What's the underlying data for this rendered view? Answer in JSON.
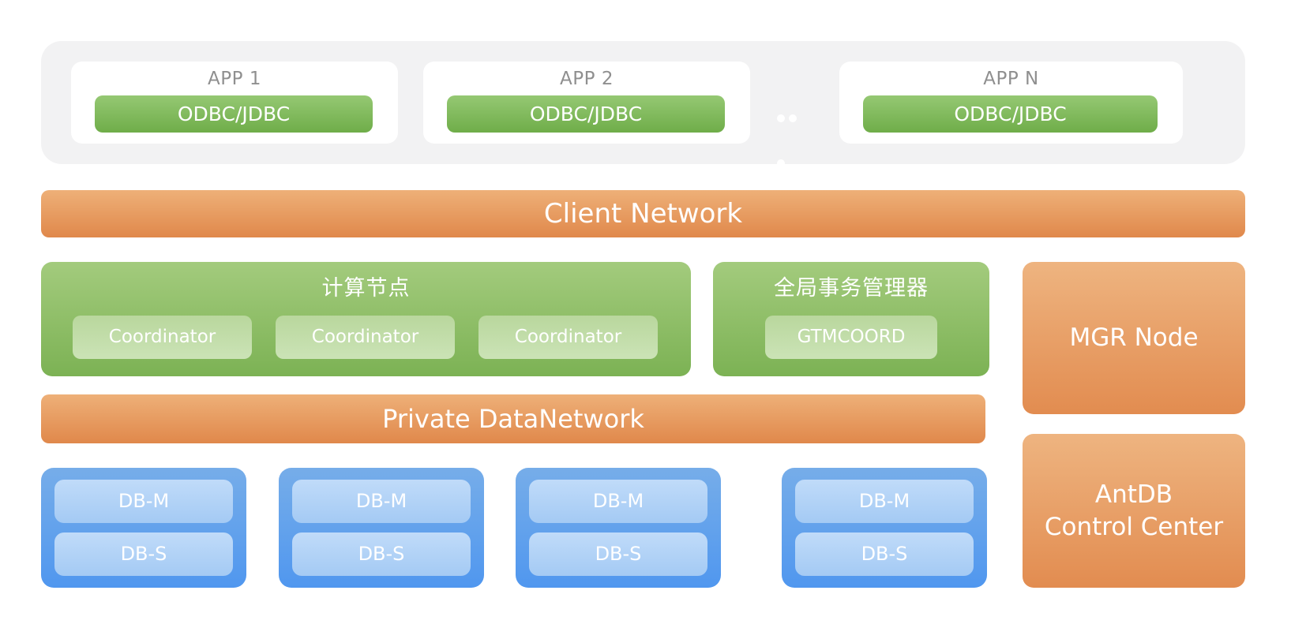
{
  "colors": {
    "panel_gray": "#f2f2f3",
    "green_dark": "#7cb254",
    "green_light": "#a3cb7d",
    "green_chip": "#cbe3b6",
    "orange_dark": "#e0884b",
    "orange_light": "#eeb078",
    "blue_dark": "#5097ef",
    "blue_light": "#76ade9",
    "blue_chip": "#a4caf4",
    "text_muted": "#8f8f8f",
    "text_on_color": "#ffffff"
  },
  "app_layer": {
    "cards": [
      {
        "title": "APP 1",
        "connector": "ODBC/JDBC"
      },
      {
        "title": "APP 2",
        "connector": "ODBC/JDBC"
      },
      {
        "title": "APP N",
        "connector": "ODBC/JDBC"
      }
    ]
  },
  "client_network": {
    "label": "Client Network"
  },
  "compute_nodes": {
    "title": "计算节点",
    "coordinators": [
      "Coordinator",
      "Coordinator",
      "Coordinator"
    ]
  },
  "gtm": {
    "title": "全局事务管理器",
    "node": "GTMCOORD"
  },
  "mgr_node": {
    "label": "MGR Node"
  },
  "private_network": {
    "label": "Private DataNetwork"
  },
  "data_nodes": [
    {
      "master": "DB-M",
      "standby": "DB-S"
    },
    {
      "master": "DB-M",
      "standby": "DB-S"
    },
    {
      "master": "DB-M",
      "standby": "DB-S"
    },
    {
      "master": "DB-M",
      "standby": "DB-S"
    }
  ],
  "control_center": {
    "line1": "AntDB",
    "line2": "Control Center"
  }
}
